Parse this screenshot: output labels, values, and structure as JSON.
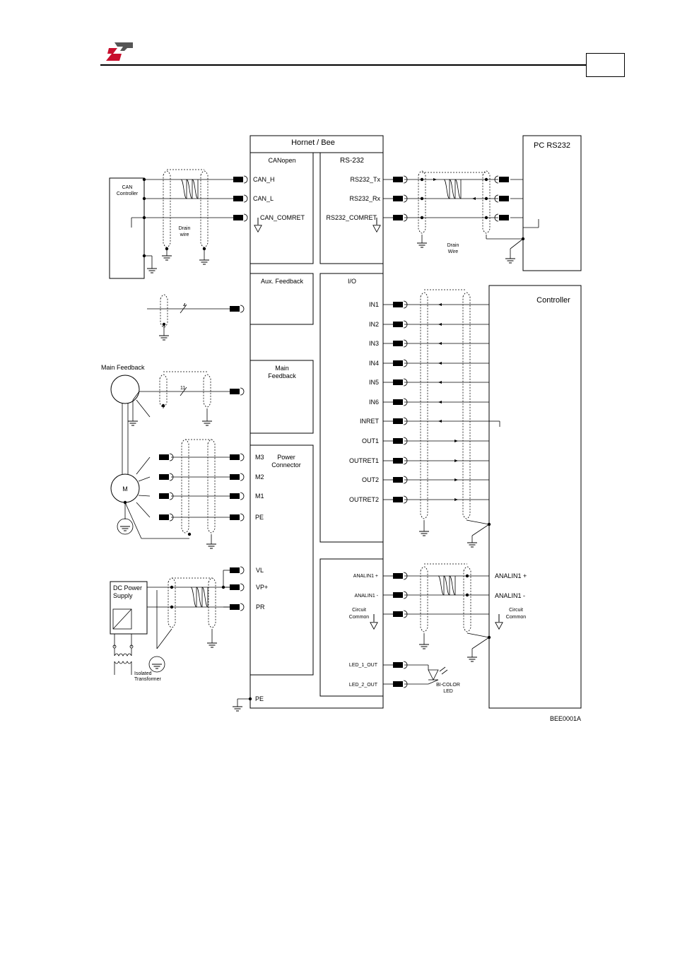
{
  "header": {
    "page_number": ""
  },
  "diagram": {
    "figure_id": "BEE0001A",
    "drive_title": "Hornet / Bee",
    "pc_title": "PC RS232",
    "controller_title": "Controller",
    "can_controller": [
      "CAN",
      "Controller"
    ],
    "drain_wire_left": [
      "Drain",
      "wire"
    ],
    "drain_wire_right": [
      "Drain",
      "Wire"
    ],
    "main_feedback_label": "Main Feedback",
    "motor_label": "M",
    "dc_supply": [
      "DC Power",
      "Supply"
    ],
    "isolated_transformer": [
      "Isolated",
      "Transformer"
    ],
    "wire_count_aux": "4",
    "wire_count_main": "11",
    "bi_color_led": [
      "BI-COLOR",
      "LED"
    ],
    "sections": {
      "canopen": {
        "title": "CANopen",
        "pins": [
          "CAN_H",
          "CAN_L",
          "CAN_COMRET"
        ]
      },
      "rs232": {
        "title": "RS-232",
        "pins": [
          "RS232_Tx",
          "RS232_Rx",
          "RS232_COMRET"
        ]
      },
      "aux_feedback": {
        "title": "Aux. Feedback"
      },
      "main_feedback": {
        "title": [
          "Main",
          "Feedback"
        ]
      },
      "io": {
        "title": "I/O",
        "pins": [
          "IN1",
          "IN2",
          "IN3",
          "IN4",
          "IN5",
          "IN6",
          "INRET",
          "OUT1",
          "OUTRET1",
          "OUT2",
          "OUTRET2"
        ]
      },
      "power": {
        "title": [
          "Power",
          "Connector"
        ],
        "pins": [
          "M3",
          "M2",
          "M1",
          "PE",
          "VL",
          "VP+",
          "PR"
        ]
      },
      "analog": {
        "pins": [
          "ANALIN1 +",
          "ANALIN1 -"
        ],
        "circuit_common": [
          "Circuit",
          "Common"
        ],
        "led_pins": [
          "LED_1_OUT",
          "LED_2_OUT"
        ]
      },
      "chassis_pe": "PE"
    },
    "controller_pins": [
      "ANALIN1 +",
      "ANALIN1 -"
    ],
    "controller_common": [
      "Circuit",
      "Common"
    ]
  }
}
